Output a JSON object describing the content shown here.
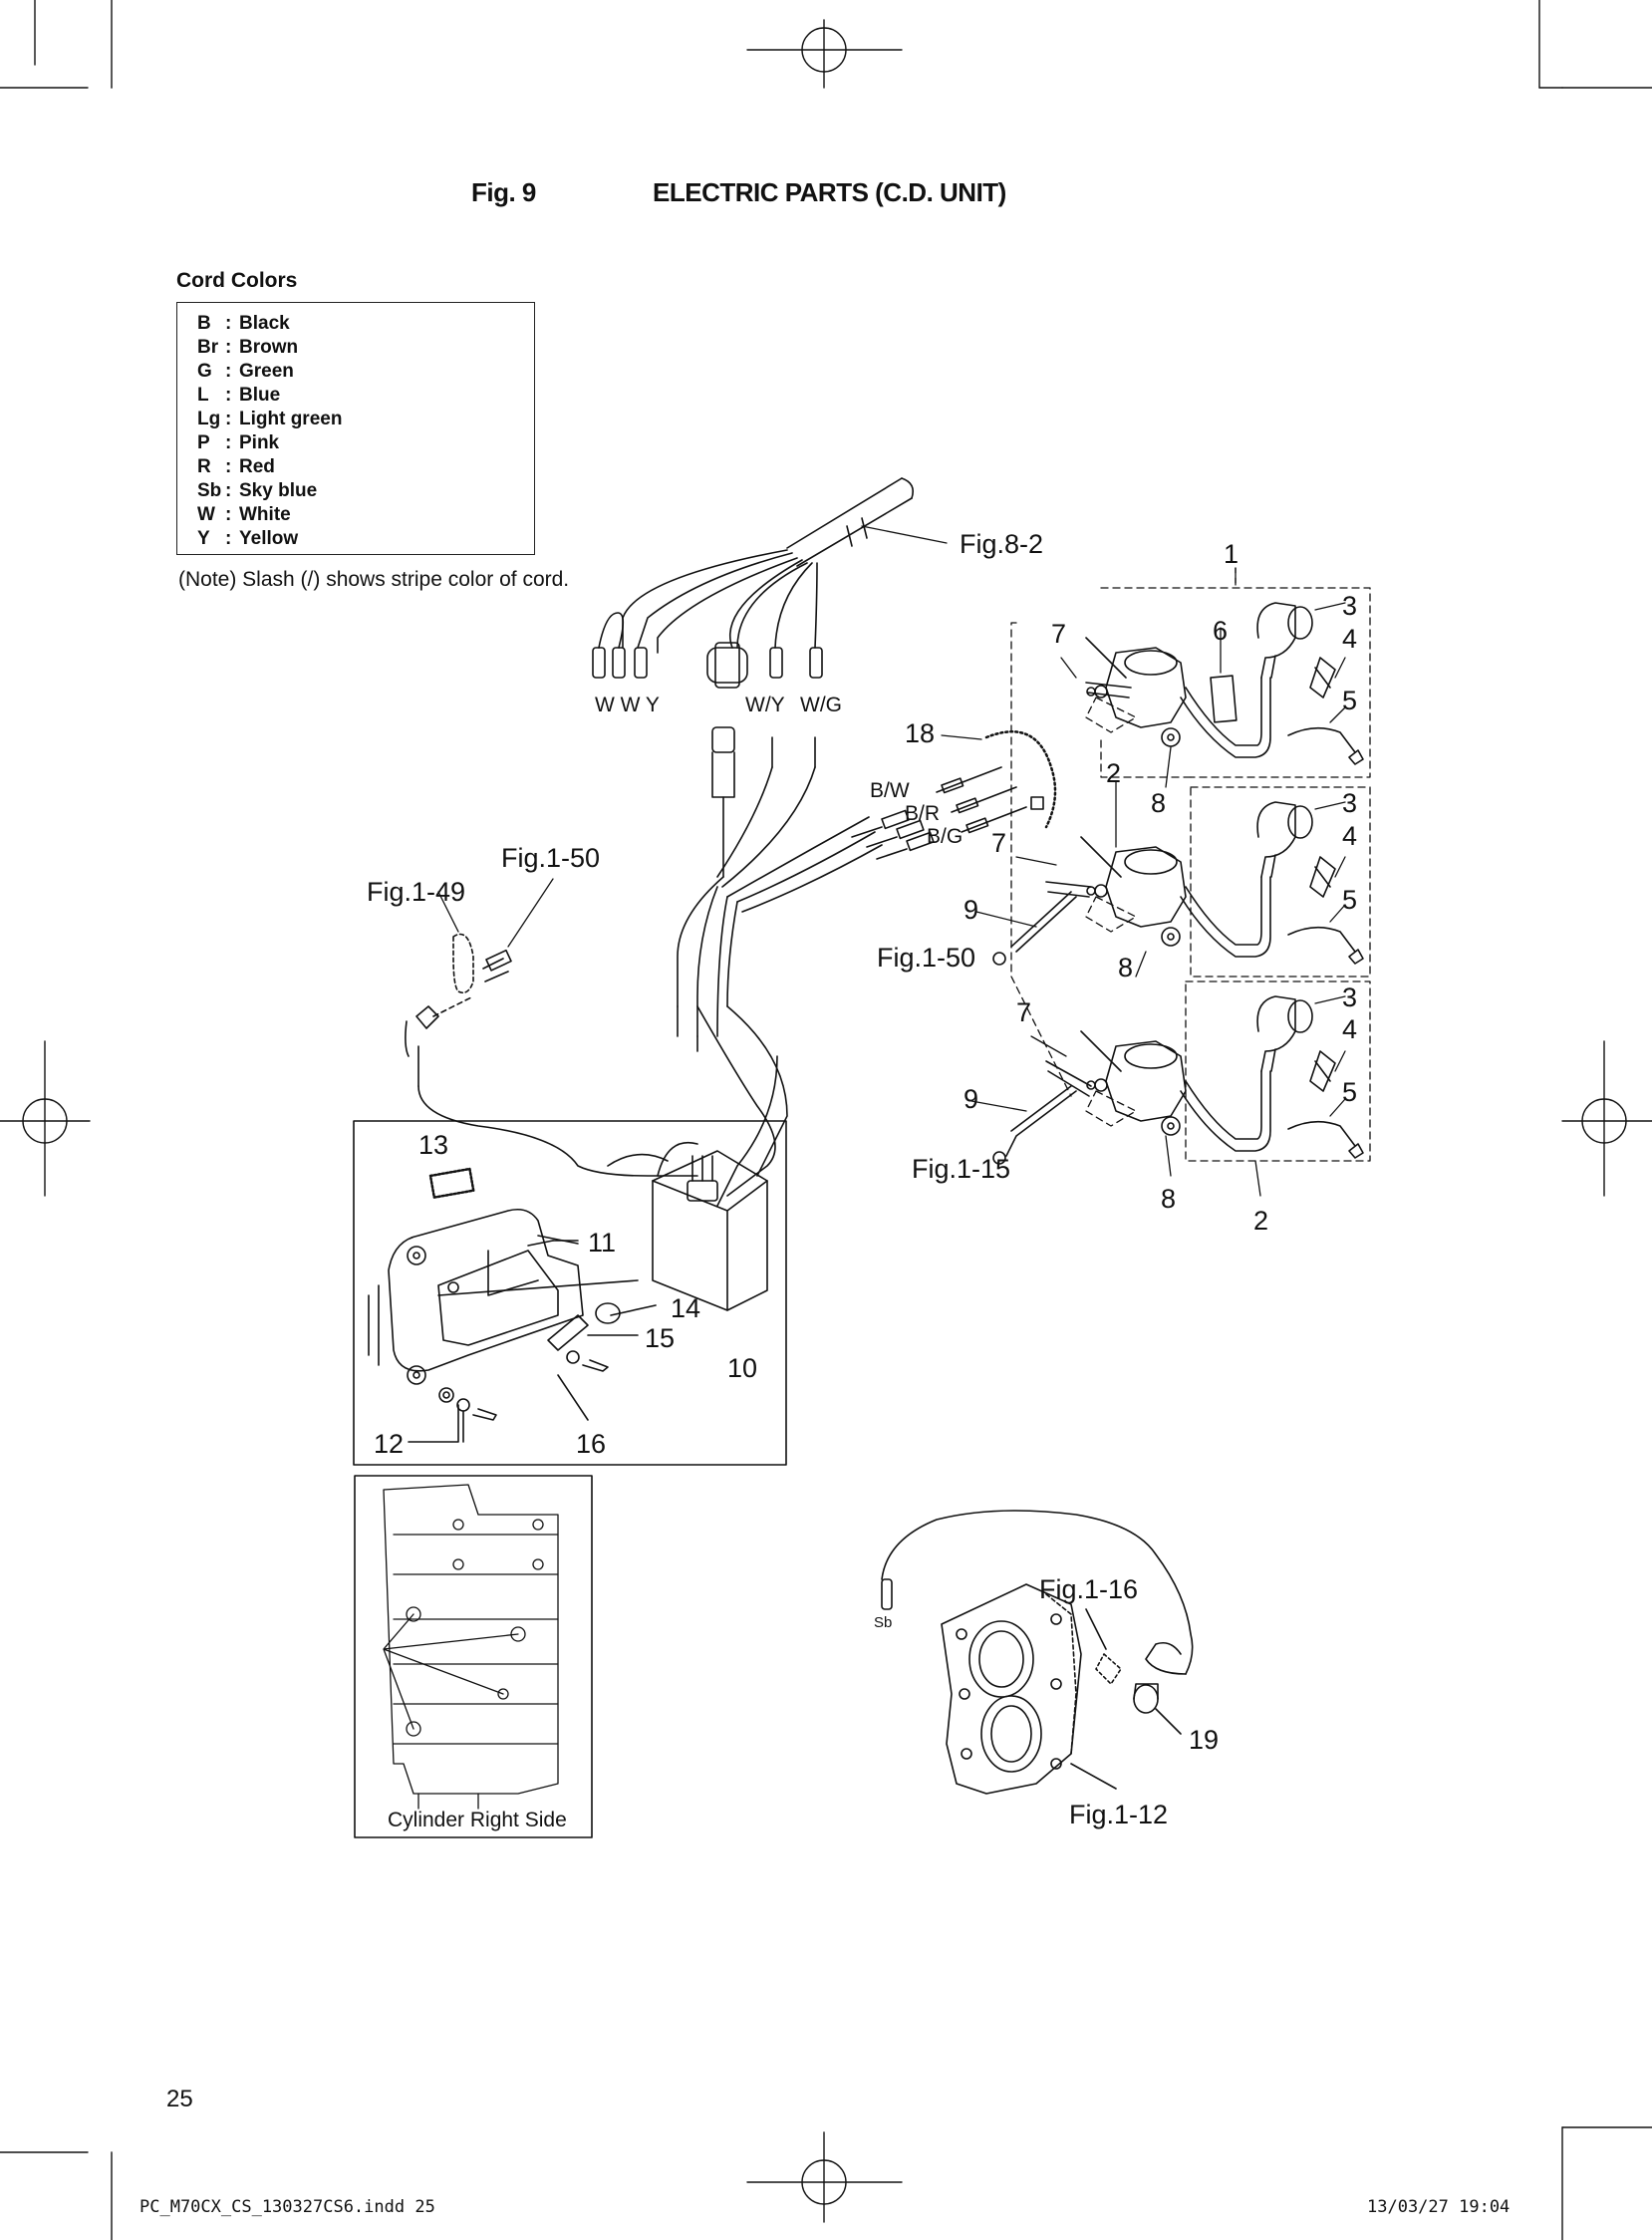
{
  "figure": {
    "number": "Fig. 9",
    "title": "ELECTRIC PARTS (C.D. UNIT)"
  },
  "cord_colors": {
    "title": "Cord Colors",
    "items": [
      {
        "code": "B",
        "color": "Black"
      },
      {
        "code": "Br",
        "color": "Brown"
      },
      {
        "code": "G",
        "color": "Green"
      },
      {
        "code": "L",
        "color": "Blue"
      },
      {
        "code": "Lg",
        "color": "Light green"
      },
      {
        "code": "P",
        "color": "Pink"
      },
      {
        "code": "R",
        "color": "Red"
      },
      {
        "code": "Sb",
        "color": "Sky blue"
      },
      {
        "code": "W",
        "color": "White"
      },
      {
        "code": "Y",
        "color": "Yellow"
      }
    ],
    "note": "(Note) Slash (/) shows stripe color of cord."
  },
  "wire_labels": {
    "w_w_y": "W W  Y",
    "w_y": "W/Y",
    "w_g": "W/G",
    "b_w": "B/W",
    "b_r": "B/R",
    "b_g": "B/G",
    "sb": "Sb"
  },
  "refs": {
    "fig_8_2": "Fig.8-2",
    "fig_1_50_top": "Fig.1-50",
    "fig_1_49": "Fig.1-49",
    "fig_1_50_mid": "Fig.1-50",
    "fig_1_15": "Fig.1-15",
    "fig_1_16": "Fig.1-16",
    "fig_1_12": "Fig.1-12"
  },
  "parts": {
    "p1": "1",
    "p2a": "2",
    "p2b": "2",
    "p3a": "3",
    "p3b": "3",
    "p3c": "3",
    "p4a": "4",
    "p4b": "4",
    "p4c": "4",
    "p5a": "5",
    "p5b": "5",
    "p5c": "5",
    "p6": "6",
    "p7a": "7",
    "p7b": "7",
    "p7c": "7",
    "p8a": "8",
    "p8b": "8",
    "p8c": "8",
    "p9a": "9",
    "p9b": "9",
    "p10": "10",
    "p11": "11",
    "p12": "12",
    "p13": "13",
    "p14": "14",
    "p15": "15",
    "p16": "16",
    "p18": "18",
    "p19": "19"
  },
  "inset_caption": "Cylinder Right Side",
  "page_number": "25",
  "footer": {
    "file": "PC_M70CX_CS_130327CS6.indd   25",
    "timestamp": "13/03/27   19:04"
  }
}
